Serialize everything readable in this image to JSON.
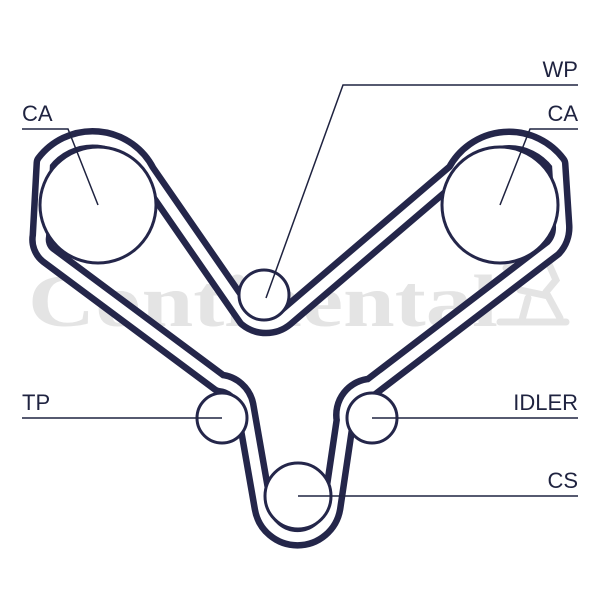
{
  "watermark": {
    "text": "Continental",
    "color": "#e4e4e4"
  },
  "colors": {
    "belt": "#24264a",
    "pulley": "#24264a",
    "leader": "#1f2340",
    "label": "#1f2340"
  },
  "labels": {
    "wp": "WP",
    "ca_left": "CA",
    "ca_right": "CA",
    "tp": "TP",
    "idler": "IDLER",
    "cs": "CS"
  }
}
